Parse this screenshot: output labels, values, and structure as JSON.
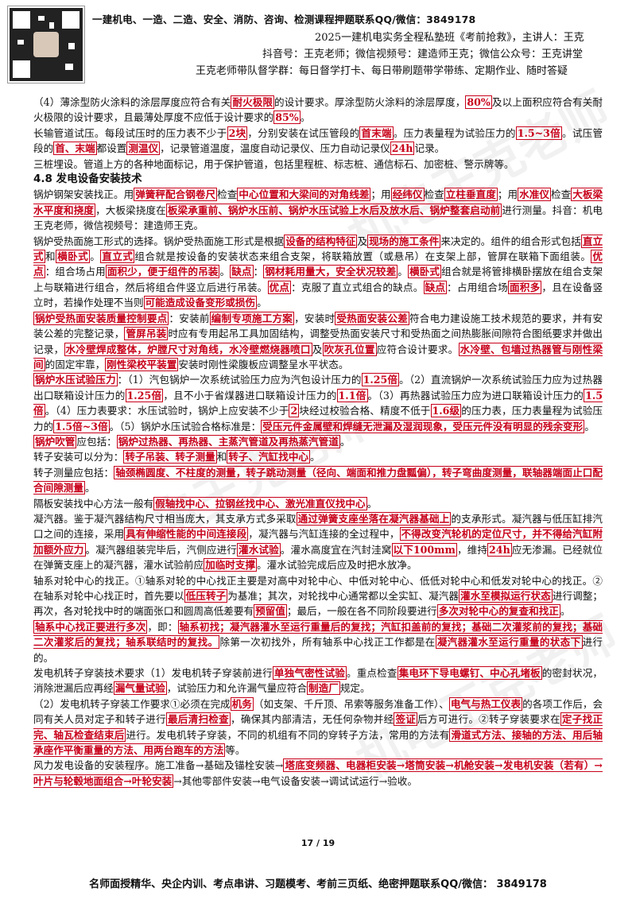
{
  "banner": "一建机电、一造、二造、安全、消防、咨询、检测课程押题联系QQ/微信：3849178",
  "header": {
    "line1": "2025一建机电实务全程私塾班《考前抢救》，主讲人：王克",
    "line2": "抖音号：王克老师；微信视频号：建造师王克；微信公众号：王克讲堂",
    "line3": "王克老师带队督学群：每日督学打卡、每日带刷题带学带练、定期作业、随时答疑"
  },
  "watermark": "机电王克老师",
  "page_no": "17 / 19",
  "footer": "名师面授精华、央企内训、考点串讲、习题模考、考前三页纸、绝密押题联系QQ/微信： 3849178",
  "paragraphs": [
    [
      [
        "t",
        "（4）薄涂型防火涂料的涂层厚度应符合有关"
      ],
      [
        "h",
        "耐火极限"
      ],
      [
        "t",
        "的设计要求。厚涂型防火涂料的涂层厚度，"
      ],
      [
        "h",
        "80%"
      ],
      [
        "t",
        "及以上面积应符合有关耐火极限的设计要求，且最薄处厚度不应低于设计要求的"
      ],
      [
        "h",
        "85%"
      ],
      [
        "t",
        "。"
      ]
    ],
    [
      [
        "t",
        "长输管道试压。每段试压时的压力表不少于"
      ],
      [
        "h",
        "2块"
      ],
      [
        "t",
        "，分别安装在试压管段的"
      ],
      [
        "h",
        "首末端"
      ],
      [
        "t",
        "。压力表量程为试验压力的"
      ],
      [
        "h",
        "1.5~3倍"
      ],
      [
        "t",
        "。试压管段的"
      ],
      [
        "h",
        "首、末端"
      ],
      [
        "t",
        "都设置"
      ],
      [
        "h",
        "测温仪"
      ],
      [
        "t",
        "，记录管道温度，温度自动记录仪、压力自动记录仪"
      ],
      [
        "h",
        "24h"
      ],
      [
        "t",
        "记录。"
      ]
    ],
    [
      [
        "t",
        "三桩埋设。管道上方的各种地面标记，用于保护管道，包括里程桩、标志桩、通信标石、加密桩、警示牌等。"
      ]
    ],
    [
      [
        "H",
        "4.8 发电设备安装技术"
      ]
    ],
    [
      [
        "t",
        "锅炉钢架安装找正。用"
      ],
      [
        "h",
        "弹簧秤配合钢卷尺"
      ],
      [
        "t",
        "检查"
      ],
      [
        "h",
        "中心位置和大梁间的对角线差"
      ],
      [
        "t",
        "；用"
      ],
      [
        "h",
        "经纬仪"
      ],
      [
        "t",
        "检查"
      ],
      [
        "h",
        "立柱垂直度"
      ],
      [
        "t",
        "；用"
      ],
      [
        "h",
        "水准仪"
      ],
      [
        "t",
        "检查"
      ],
      [
        "h",
        "大板梁水平度和挠度"
      ],
      [
        "t",
        "，大板梁挠度在"
      ],
      [
        "h",
        "板梁承重前、锅炉水压前、锅炉水压试验上水后及放水后、锅炉整套启动前"
      ],
      [
        "t",
        "进行测量。抖音：机电王克老师，微信视频号：建造师王克。"
      ]
    ],
    [
      [
        "t",
        "锅炉受热面施工形式的选择。锅炉受热面施工形式是根据"
      ],
      [
        "h",
        "设备的结构特征"
      ],
      [
        "t",
        "及"
      ],
      [
        "h",
        "现场的施工条件"
      ],
      [
        "t",
        "来决定的。组件的组合形式包括"
      ],
      [
        "h",
        "直立式"
      ],
      [
        "t",
        "和"
      ],
      [
        "h",
        "横卧式"
      ],
      [
        "t",
        "。"
      ],
      [
        "h",
        "直立式"
      ],
      [
        "t",
        "组合就是按设备的安装状态来组合支架，将联箱放置（或悬吊）在支架上部，管屏在联箱下面组装。"
      ],
      [
        "h",
        "优点"
      ],
      [
        "t",
        "：组合场占用"
      ],
      [
        "h",
        "面积少，便于组件的吊装"
      ],
      [
        "t",
        "。"
      ],
      [
        "h",
        "缺点"
      ],
      [
        "t",
        "："
      ],
      [
        "h",
        "钢材耗用量大，安全状况较差"
      ],
      [
        "t",
        "。"
      ],
      [
        "h",
        "横卧式"
      ],
      [
        "t",
        "组合就是将管排横卧摆放在组合支架上与联箱进行组合，然后将组合件竖立后进行吊装。"
      ],
      [
        "h",
        "优点"
      ],
      [
        "t",
        "：克服了直立式组合的缺点。"
      ],
      [
        "h",
        "缺点"
      ],
      [
        "t",
        "：占用组合场"
      ],
      [
        "h",
        "面积多"
      ],
      [
        "t",
        "，且在设备竖立时，若操作处理不当则"
      ],
      [
        "h",
        "可能造成设备变形或损伤"
      ],
      [
        "t",
        "。"
      ]
    ],
    [
      [
        "h",
        "锅炉受热面安装质量控制要点"
      ],
      [
        "t",
        "：安装前"
      ],
      [
        "h",
        "编制专项施工方案"
      ],
      [
        "t",
        "，安装时"
      ],
      [
        "h",
        "受热面安装公差"
      ],
      [
        "t",
        "符合电力建设施工技术规范的要求，并有安装公差的完整记录，"
      ],
      [
        "h",
        "管屏吊装"
      ],
      [
        "t",
        "时应有专用起吊工具加固结构，调整受热面安装尺寸和受热面之间热膨胀间隙符合图纸要求并做出记录，"
      ],
      [
        "h",
        "水冷壁焊成整体，炉膛尺寸对角线，水冷壁燃烧器喷口"
      ],
      [
        "t",
        "及"
      ],
      [
        "h",
        "吹灰孔位置"
      ],
      [
        "t",
        "应符合设计要求。"
      ],
      [
        "h",
        "水冷壁、包墙过热器管与刚性梁间"
      ],
      [
        "t",
        "的固定牢靠，"
      ],
      [
        "h",
        "刚性梁校平装置"
      ],
      [
        "t",
        "安装时刚性梁腹板应调整呈水平状态。"
      ]
    ],
    [
      [
        "h",
        "锅炉水压试验压力"
      ],
      [
        "t",
        "：（1）汽包锅炉一次系统试验压力应为汽包设计压力的"
      ],
      [
        "h",
        "1.25倍"
      ],
      [
        "t",
        "。（2）直流锅炉一次系统试验压力应为过热器出口联箱设计压力的"
      ],
      [
        "h",
        "1.25倍"
      ],
      [
        "t",
        "，且不小于省煤器进口联箱设计压力的"
      ],
      [
        "h",
        "1.1倍"
      ],
      [
        "t",
        "。（3）再热器试验压力应为进口联箱设计压力的"
      ],
      [
        "h",
        "1.5倍"
      ],
      [
        "t",
        "。（4）压力表要求：水压试验时，锅炉上应安装不少于"
      ],
      [
        "h",
        "2"
      ],
      [
        "t",
        "块经过校验合格、精度不低于"
      ],
      [
        "h",
        "1.6级"
      ],
      [
        "t",
        "的压力表，压力表量程为试验压力的"
      ],
      [
        "h",
        "1.5倍~3倍"
      ],
      [
        "t",
        "。（5）锅炉水压试验合格标准是："
      ],
      [
        "h",
        "受压元件金属壁和焊缝无泄漏及湿润现象，受压元件没有明显的残余变形"
      ],
      [
        "t",
        "。"
      ]
    ],
    [
      [
        "h",
        "锅炉吹管"
      ],
      [
        "t",
        "应包括："
      ],
      [
        "h",
        "锅炉过热器、再热器、主蒸汽管道及再热蒸汽管道"
      ],
      [
        "t",
        "。"
      ]
    ],
    [
      [
        "t",
        "转子安装可以分为："
      ],
      [
        "h",
        "转子吊装、转子测量"
      ],
      [
        "t",
        "和"
      ],
      [
        "h",
        "转子、汽缸找中心"
      ],
      [
        "t",
        "。"
      ]
    ],
    [
      [
        "t",
        "转子测量应包括："
      ],
      [
        "h",
        "轴颈椭圆度、不柱度的测量，转子跳动测量（径向、端面和推力盘瓢偏），转子弯曲度测量，联轴器端面止口配合间隙测量"
      ],
      [
        "t",
        "。"
      ]
    ],
    [
      [
        "t",
        "隔板安装找中心方法一般有"
      ],
      [
        "h",
        "假轴找中心、拉钢丝找中心、激光准直仪找中心"
      ],
      [
        "t",
        "。"
      ]
    ],
    [
      [
        "t",
        "凝汽器。鉴于凝汽器结构尺寸相当庞大，其支承方式多采取"
      ],
      [
        "h",
        "通过弹簧支座坐落在凝汽器基础上"
      ],
      [
        "t",
        "的支承形式。凝汽器与低压缸排汽口之间的连接，采用"
      ],
      [
        "h",
        "具有伸缩性能的中间连接段"
      ],
      [
        "t",
        "，凝汽器与汽缸连接的全过程中，"
      ],
      [
        "h",
        "不得改变汽轮机的定位尺寸，并不得给汽缸附加额外应力"
      ],
      [
        "t",
        "。凝汽器组装完毕后，汽侧应进行"
      ],
      [
        "h",
        "灌水试验"
      ],
      [
        "t",
        "。灌水高度宜在汽封洼窝"
      ],
      [
        "h",
        "以下100mm"
      ],
      [
        "t",
        "，维持"
      ],
      [
        "h",
        "24h"
      ],
      [
        "t",
        "应无渗漏。已经就位在弹簧支座上的凝汽器，灌水试验前应"
      ],
      [
        "h",
        "加临时支撑"
      ],
      [
        "t",
        "。灌水试验完成后应及时把水放净。"
      ]
    ],
    [
      [
        "t",
        "轴系对轮中心的找正。①轴系对轮的中心找正主要是对高中对轮中心、中低对轮中心、低低对轮中心和低发对轮中心的找正。②在轴系对轮中心找正时，首先要以"
      ],
      [
        "h",
        "低压转子"
      ],
      [
        "t",
        "为基准；其次，对轮找中心通常都以全实缸、凝汽器"
      ],
      [
        "h",
        "灌水至模拟运行状态"
      ],
      [
        "t",
        "进行调整；再次，各对轮找中时的端面张口和圆周高低差要有"
      ],
      [
        "h",
        "预留值"
      ],
      [
        "t",
        "；最后，一般在各不同阶段要进行"
      ],
      [
        "h",
        "多次对轮中心的复查和找正"
      ],
      [
        "t",
        "。"
      ]
    ],
    [
      [
        "h",
        "轴系中心找正要进行多次"
      ],
      [
        "t",
        "，即："
      ],
      [
        "h",
        "轴系初找；凝汽器灌水至运行重量后的复找；汽缸扣盖前的复找；基础二次灌浆前的复找；基础二次灌浆后的复找；轴系联结时的复找。"
      ],
      [
        "t",
        "除第一次初找外，所有轴系中心找正工作都是在"
      ],
      [
        "h",
        "凝汽器灌水至运行重量的状态下"
      ],
      [
        "t",
        "进行的。"
      ]
    ],
    [
      [
        "t",
        "发电机转子穿装技术要求（1）发电机转子穿装前进行"
      ],
      [
        "h",
        "单独气密性试验"
      ],
      [
        "t",
        "。重点检查"
      ],
      [
        "h",
        "集电环下导电螺钉、中心孔堵板"
      ],
      [
        "t",
        "的密封状况，消除泄漏后应再经"
      ],
      [
        "h",
        "漏气量试验"
      ],
      [
        "t",
        "，试验压力和允许漏气量应符合"
      ],
      [
        "h",
        "制造厂"
      ],
      [
        "t",
        "规定。"
      ]
    ],
    [
      [
        "t",
        "（2）发电机转子穿装工作要求①必须在完成"
      ],
      [
        "h",
        "机务"
      ],
      [
        "t",
        "（如支架、千斤顶、吊索等服务准备工作）、"
      ],
      [
        "h",
        "电气与热工仪表"
      ],
      [
        "t",
        "的各项工作后，会同有关人员对定子和转子进行"
      ],
      [
        "h",
        "最后清扫检查"
      ],
      [
        "t",
        "，确保其内部清洁，无任何杂物并经"
      ],
      [
        "h",
        "签证"
      ],
      [
        "t",
        "后方可进行。②转子穿装要求在"
      ],
      [
        "h",
        "定子找正完、轴瓦检查结束后"
      ],
      [
        "t",
        "进行。发电机转子穿装，不同的机组有不同的穿转子方法，常用的方法有"
      ],
      [
        "h",
        "滑道式方法、接轴的方法、用后轴承座作平衡重量的方法、用两台跑车的方法"
      ],
      [
        "t",
        "等。"
      ]
    ],
    [
      [
        "t",
        "风力发电设备的安装程序。施工准备→基础及锚栓安装→"
      ],
      [
        "h",
        "塔底变频器、电器柜安装→塔筒安装→机舱安装→发电机安装（若有）→叶片与轮毂地面组合→叶轮安装"
      ],
      [
        "t",
        "→其他零部件安装→电气设备安装→调试试运行→验收。"
      ]
    ]
  ]
}
